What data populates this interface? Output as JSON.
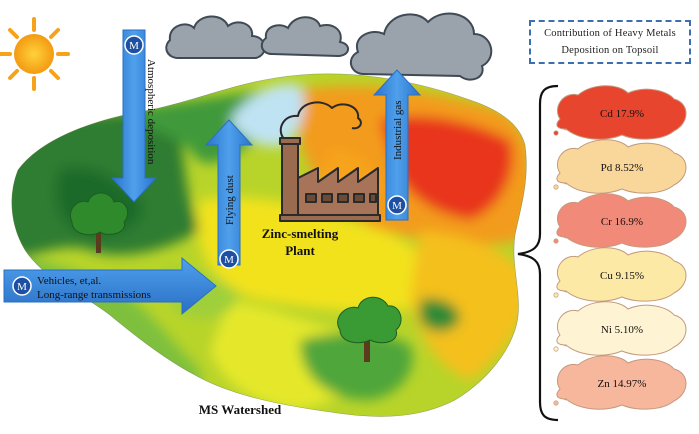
{
  "legend": {
    "line1": "Contribution of Heavy Metals",
    "line2": "Deposition  on  Topsoil"
  },
  "pathways": {
    "atmospheric": "Atmospheric deposition",
    "flying_dust": "Flying dust",
    "industrial_gas": "Industrial gas",
    "vehicles_line1": "Vehicles, et,al.",
    "vehicles_line2": "Long-range transmissions",
    "metal_marker": "M"
  },
  "plant": {
    "line1": "Zinc-smelting",
    "line2": "Plant"
  },
  "watershed_label": "MS Watershed",
  "contributions": [
    {
      "label": "Cd 17.9%",
      "color": "#e8452e"
    },
    {
      "label": "Pd 8.52%",
      "color": "#f9d79b"
    },
    {
      "label": "Cr 16.9%",
      "color": "#f28a7a"
    },
    {
      "label": "Cu 9.15%",
      "color": "#fde9a6"
    },
    {
      "label": "Ni 5.10%",
      "color": "#fef3d2"
    },
    {
      "label": "Zn 14.97%",
      "color": "#f7b79c"
    }
  ],
  "colors": {
    "arrow": "#3d8ee2",
    "arrow_dark": "#2867b8",
    "dark_green": "#2e7d32",
    "mid_green": "#5aa83a",
    "yellow_green": "#b8d42a",
    "yellow": "#f2e21c",
    "orange": "#f39b1c",
    "red": "#e8351d",
    "cloud": "#9aa3ab",
    "sun": "#f7a21b",
    "factory": "#9b6b4f",
    "mountain": "#bfe3f2"
  }
}
